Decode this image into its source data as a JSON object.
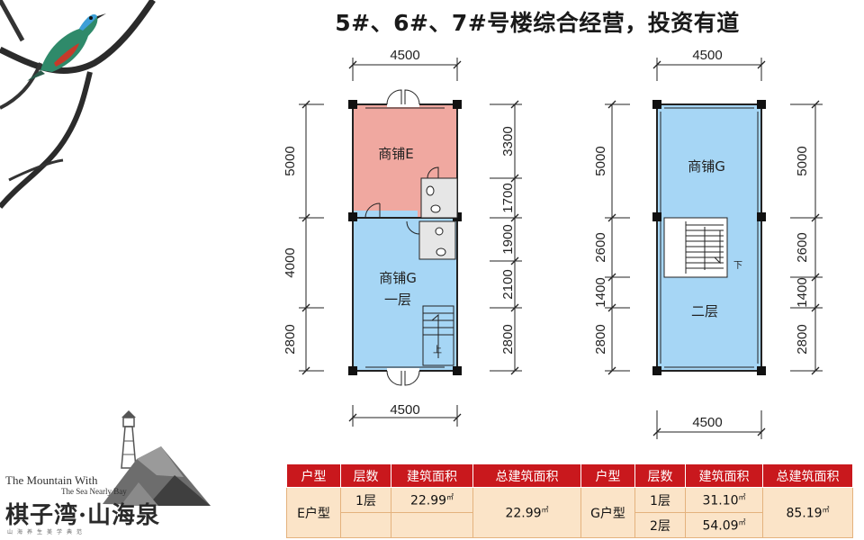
{
  "title": "5#、6#、7#号楼综合经营，投资有道",
  "logo": {
    "line1": "The Mountain With",
    "line2": "The Sea Nearly Bay",
    "cn": "棋子湾·山海泉",
    "sub": "山海养生美学典范"
  },
  "colors": {
    "pink_room": "#f0a8a0",
    "blue_room": "#a6d6f5",
    "header_red": "#c9181d",
    "cell_peach": "#fbe4c8"
  },
  "plan_left": {
    "top_width": "4500",
    "bottom_width": "4500",
    "left_dims": [
      "5000",
      "4000",
      "2800"
    ],
    "right_dims": [
      "3300",
      "1700",
      "1900",
      "2100",
      "2800"
    ],
    "room_e": "商铺E",
    "room_g": "商铺G",
    "floor": "一层",
    "stair_up": "上"
  },
  "plan_right": {
    "top_width": "4500",
    "bottom_width": "4500",
    "left_dims": [
      "5000",
      "2600",
      "1400",
      "2800"
    ],
    "right_dims": [
      "5000",
      "2600",
      "1400",
      "2800"
    ],
    "room_g": "商铺G",
    "floor": "二层",
    "stair_down": "下"
  },
  "table": {
    "headers": [
      "户型",
      "层数",
      "建筑面积",
      "总建筑面积",
      "户型",
      "层数",
      "建筑面积",
      "总建筑面积"
    ],
    "e_type": "E户型",
    "e_floor": "1层",
    "e_area": "22.99",
    "e_total": "22.99",
    "g_type": "G户型",
    "g_floor1": "1层",
    "g_area1": "31.10",
    "g_floor2": "2层",
    "g_area2": "54.09",
    "g_total": "85.19",
    "unit": "㎡"
  }
}
